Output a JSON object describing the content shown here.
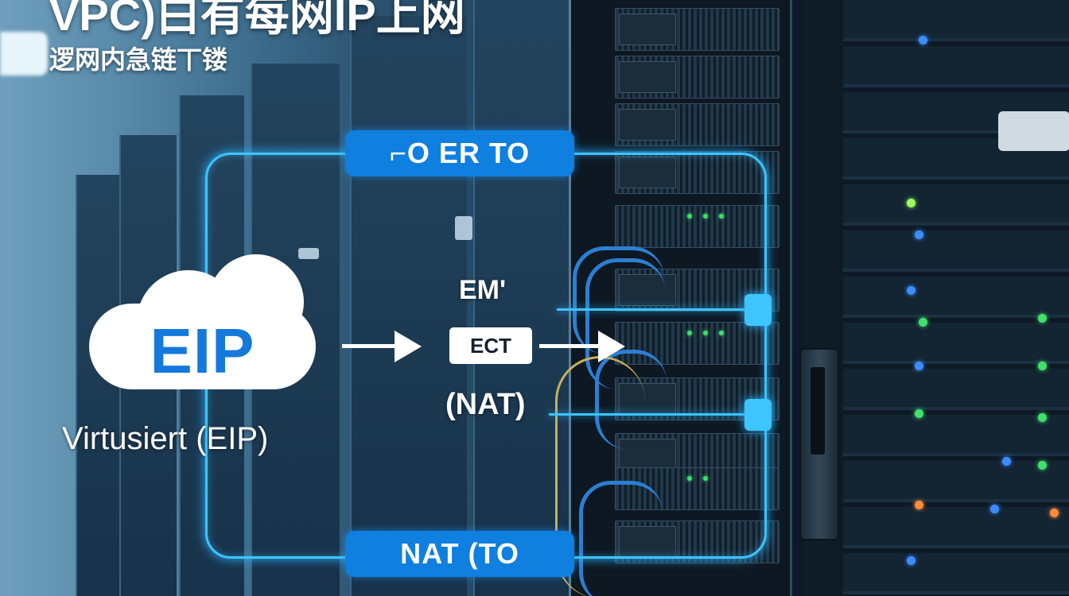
{
  "title": "VPC)白有每网IP上网",
  "subtitle": "逻网内急链丅镂",
  "top_label": "⌐O ER TO",
  "bottom_label": "NAT (TO",
  "cloud_label": "EIP",
  "cloud_caption": "Virtusiert (EIP)",
  "middle_top_text": "EM'",
  "middle_box_text": "ECT",
  "middle_bottom_text": "(NAT)",
  "colors": {
    "accent_glow": "#3ec4ff",
    "pill_blue": "#0f7fe0",
    "eip_blue": "#1479db"
  }
}
